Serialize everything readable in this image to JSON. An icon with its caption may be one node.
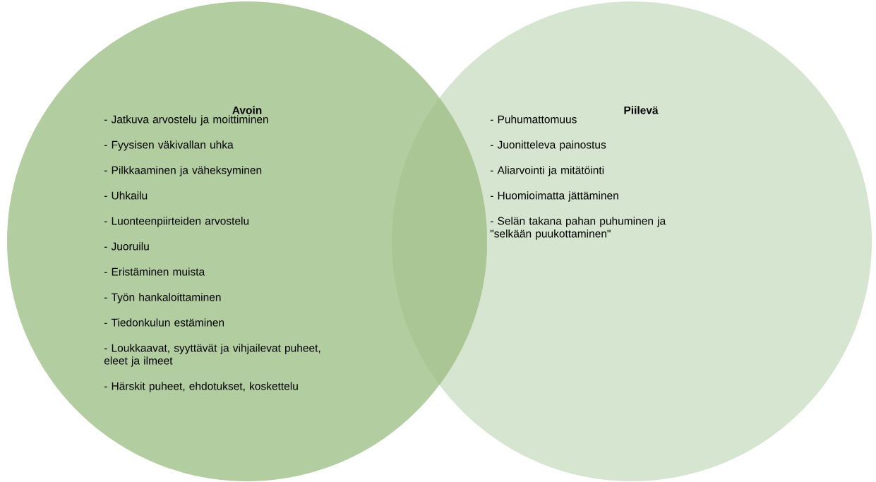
{
  "diagram": {
    "nodes": [
      {
        "text": [
          "Avoin",
          "- Jatkuva arvostelu ja moittiminen",
          "- Fyysisen väkivallan uhka",
          "- Pilkkaaminen ja väheksyminen",
          "- Uhkailu",
          "- Luonteenpiirteiden arvostelu",
          "- Juoruilu",
          "- Eristäminen muista",
          "- Työn hankaloittaminen",
          "- Tiedonkulun estäminen",
          "- Loukkaavat, syyttävät ja vihjailevat puheet, eleet ja ilmeet",
          "- Härskit puheet, ehdotukset, koskettelu"
        ]
      },
      {
        "text": [
          "Piilevä",
          "- Puhumattomuus",
          "- Juonitteleva painostus",
          "- Aliarvointi ja mitätöinti",
          "- Huomioimatta jättäminen",
          "- Selän takana pahan puhuminen ja \"selkään puukottaminen\""
        ]
      }
    ]
  }
}
